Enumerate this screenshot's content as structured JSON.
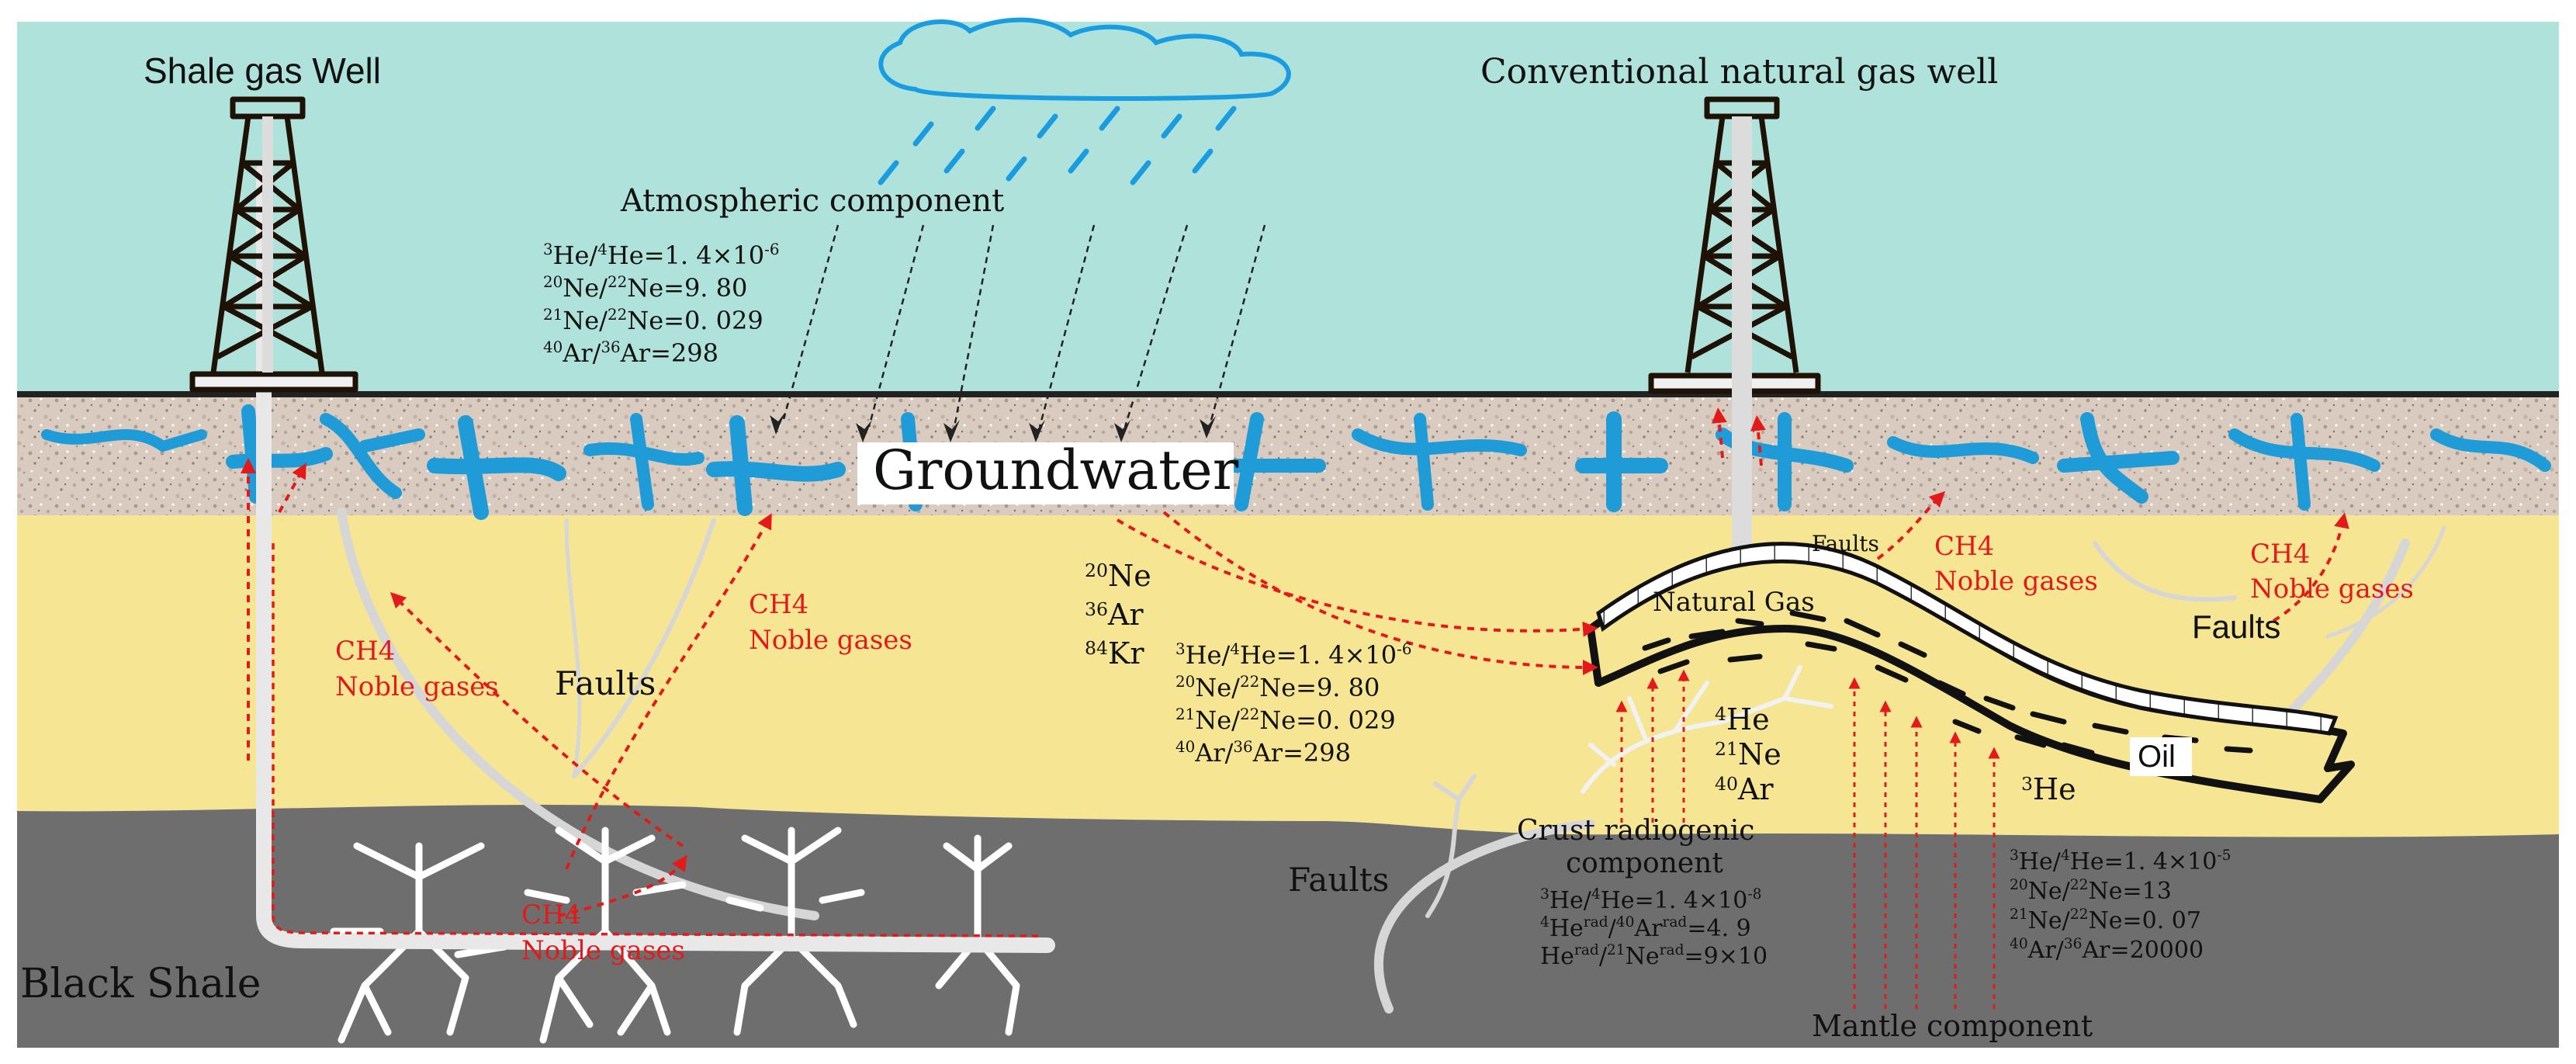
{
  "colors": {
    "sky": "#b0e2dc",
    "aquifer_rock": "#d8c9bc",
    "groundwater": "#1f9bd8",
    "sand": "#f6e592",
    "shale": "#6e6e6e",
    "red_arrow": "#e41a1a",
    "cloud": "#1a9de0",
    "white_gas": "#f2f2f2"
  },
  "wells": {
    "shale": {
      "title": "Shale gas Well"
    },
    "conventional": {
      "title": "Conventional natural gas well"
    }
  },
  "atmospheric": {
    "title": "Atmospheric component",
    "ratios": [
      {
        "iso_a": "3",
        "el_a": "He",
        "iso_b": "4",
        "el_b": "He",
        "value": "=1. 4×10",
        "exp": "-6"
      },
      {
        "iso_a": "20",
        "el_a": "Ne",
        "iso_b": "22",
        "el_b": "Ne",
        "value": "=9. 80",
        "exp": ""
      },
      {
        "iso_a": "21",
        "el_a": "Ne",
        "iso_b": "22",
        "el_b": "Ne",
        "value": "=0. 029",
        "exp": ""
      },
      {
        "iso_a": "40",
        "el_a": "Ar",
        "iso_b": "36",
        "el_b": "Ar",
        "value": "=298",
        "exp": ""
      }
    ]
  },
  "groundwater": {
    "label": "Groundwater",
    "isotopes": [
      {
        "mass": "20",
        "el": "Ne"
      },
      {
        "mass": "36",
        "el": "Ar"
      },
      {
        "mass": "84",
        "el": "Kr"
      }
    ],
    "ratios": [
      {
        "iso_a": "3",
        "el_a": "He",
        "iso_b": "4",
        "el_b": "He",
        "value": "=1. 4×10",
        "exp": "-6"
      },
      {
        "iso_a": "20",
        "el_a": "Ne",
        "iso_b": "22",
        "el_b": "Ne",
        "value": "=9. 80",
        "exp": ""
      },
      {
        "iso_a": "21",
        "el_a": "Ne",
        "iso_b": "22",
        "el_b": "Ne",
        "value": "=0. 029",
        "exp": ""
      },
      {
        "iso_a": "40",
        "el_a": "Ar",
        "iso_b": "36",
        "el_b": "Ar",
        "value": "=298",
        "exp": ""
      }
    ]
  },
  "gas_labels": {
    "ch4": "CH4",
    "noble": "Noble gases"
  },
  "faults_label": "Faults",
  "reservoir": {
    "natural_gas": "Natural Gas",
    "oil": "Oil",
    "faults_small": "Faults"
  },
  "crust": {
    "isotopes": [
      {
        "mass": "4",
        "el": "He"
      },
      {
        "mass": "21",
        "el": "Ne"
      },
      {
        "mass": "40",
        "el": "Ar"
      }
    ],
    "title_line1": "Crust radiogenic",
    "title_line2": "component",
    "ratios": [
      {
        "a": "3",
        "ael": "He/",
        "b": "4",
        "bel": "He=1. 4×10",
        "exp": "-8",
        "tail": ""
      },
      {
        "a": "4",
        "ael": "He",
        "asup": "rad",
        "sep": "/",
        "b": "40",
        "bel": "Ar",
        "bsup": "rad",
        "tail": "=4. 9"
      },
      {
        "ael": "He",
        "asup": "rad",
        "sep": "/",
        "b": "21",
        "bel": "Ne",
        "bsup": "rad",
        "tail": "=9×10"
      }
    ]
  },
  "mantle": {
    "isotope": {
      "mass": "3",
      "el": "He"
    },
    "title": "Mantle component",
    "ratios": [
      {
        "iso_a": "3",
        "el_a": "He",
        "iso_b": "4",
        "el_b": "He",
        "value": "=1. 4×10",
        "exp": "-5"
      },
      {
        "iso_a": "20",
        "el_a": "Ne",
        "iso_b": "22",
        "el_b": "Ne",
        "value": "=13",
        "exp": ""
      },
      {
        "iso_a": "21",
        "el_a": "Ne",
        "iso_b": "22",
        "el_b": "Ne",
        "value": "=0. 07",
        "exp": ""
      },
      {
        "iso_a": "40",
        "el_a": "Ar",
        "iso_b": "36",
        "el_b": "Ar",
        "value": "=20000",
        "exp": ""
      }
    ]
  },
  "shale": {
    "label": "Black Shale"
  }
}
